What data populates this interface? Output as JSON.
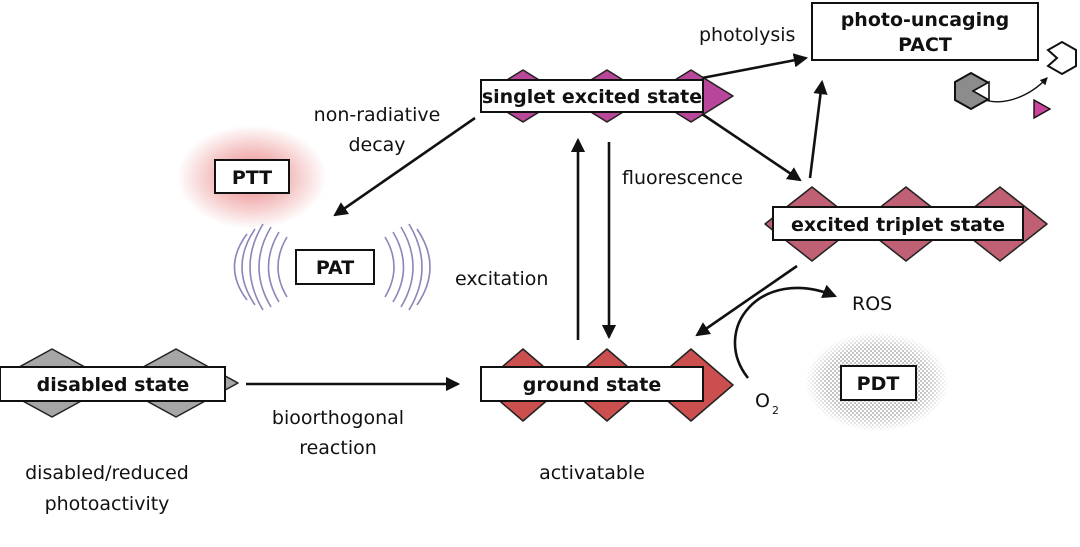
{
  "states": {
    "singlet": "singlet excited state",
    "triplet": "excited triplet state",
    "ground": "ground state",
    "disabled": "disabled state"
  },
  "outcomes": {
    "ptt": "PTT",
    "pat": "PAT",
    "pdt": "PDT",
    "pact_line1": "photo-uncaging",
    "pact_line2": "PACT"
  },
  "processes": {
    "photolysis": "photolysis",
    "nonrad_line1": "non-radiative",
    "nonrad_line2": "decay",
    "fluorescence": "fluorescence",
    "excitation": "excitation",
    "bioorthogonal_line1": "bioorthogonal",
    "bioorthogonal_line2": "reaction",
    "ros": "ROS",
    "oxygen": "O",
    "oxygen_sub": "2"
  },
  "captions": {
    "disabled_line1": "disabled/reduced",
    "disabled_line2": "photoactivity",
    "activatable": "activatable"
  },
  "colors": {
    "singlet": "#b8479a",
    "triplet": "#c06075",
    "ground": "#cc4f4f",
    "disabled": "#a6a6a6",
    "ptt_glow": "#e25a5a",
    "pat_wave": "#8a86b8",
    "pdt_halo": "#9a9a9a",
    "cage": "#8c8c8c",
    "cargo": "#c9449c"
  }
}
